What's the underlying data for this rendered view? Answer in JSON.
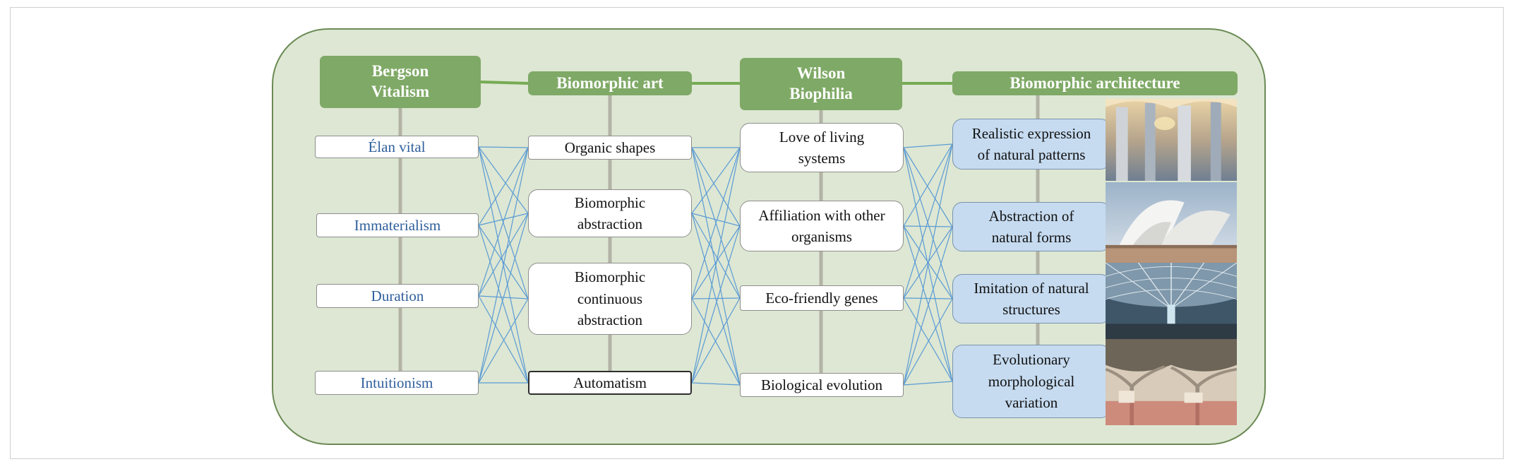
{
  "columns": [
    {
      "id": "bergson",
      "header": "Bergson\nVitalism",
      "items": [
        "Élan vital",
        "Immaterialism",
        "Duration",
        "Intuitionism"
      ]
    },
    {
      "id": "biomorphic-art",
      "header": "Biomorphic art",
      "items": [
        "Organic shapes",
        "Biomorphic\nabstraction",
        "Biomorphic\ncontinuous\nabstraction",
        "Automatism"
      ]
    },
    {
      "id": "wilson",
      "header": "Wilson\nBiophilia",
      "items": [
        "Love of living\nsystems",
        "Affiliation with other\norganisms",
        "Eco-friendly genes",
        "Biological evolution"
      ]
    },
    {
      "id": "biomorphic-architecture",
      "header": "Biomorphic architecture",
      "items": [
        "Realistic expression\nof natural patterns",
        "Abstraction of\nnatural forms",
        "Imitation of natural\nstructures",
        "Evolutionary\nmorphological\nvariation"
      ]
    }
  ],
  "colors": {
    "panel_fill": "#dde7d3",
    "panel_border": "#6b8a55",
    "header_fill": "#7fa966",
    "header_link": "#76ab53",
    "spine": "#b3b3a5",
    "connector": "#5b9bd5",
    "bergson_text": "#2f5f9c",
    "architecture_box_fill": "#c6dbf0"
  },
  "photos": [
    {
      "depicts": "cathedral-interior-columns-icon"
    },
    {
      "depicts": "opera-house-shells-icon"
    },
    {
      "depicts": "glass-dome-structure-icon"
    },
    {
      "depicts": "tree-like-canopy-hall-icon"
    }
  ]
}
